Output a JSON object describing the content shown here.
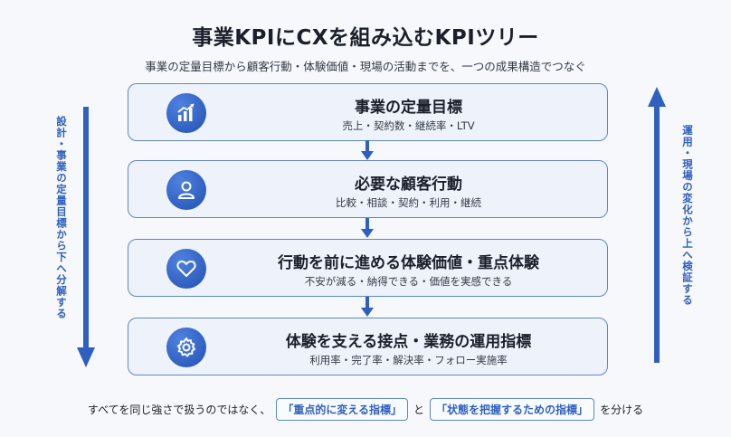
{
  "title": "事業KPIにCXを組み込むKPIツリー",
  "subtitle": "事業の定量目標から顧客行動・体験価値・現場の活動までを、一つの成果構造でつなぐ",
  "levels": [
    {
      "title": "事業の定量目標",
      "sub": "売上・契約数・継続率・LTV",
      "icon": "growth-chart-icon"
    },
    {
      "title": "必要な顧客行動",
      "sub": "比較・相談・契約・利用・継続",
      "icon": "user-icon"
    },
    {
      "title": "行動を前に進める体験価値・重点体験",
      "sub": "不安が減る・納得できる・価値を実感できる",
      "icon": "heart-icon"
    },
    {
      "title": "体験を支える接点・業務の運用指標",
      "sub": "利用率・完了率・解決率・フォロー実施率",
      "icon": "gear-icon"
    }
  ],
  "left_side": "設計・事業の定量目標から下へ分解する",
  "right_side": "運用・現場の変化から上へ検証する",
  "footer": {
    "before": "すべてを同じ強さで扱うのではなく、",
    "pill1": "「重点的に変える指標」",
    "and": "と",
    "pill2": "「状態を把握するための指標」",
    "after": "を分ける"
  },
  "colors": {
    "accent": "#2f5fbf",
    "border": "#5f86c6",
    "box_bg": "#eef3fb"
  }
}
